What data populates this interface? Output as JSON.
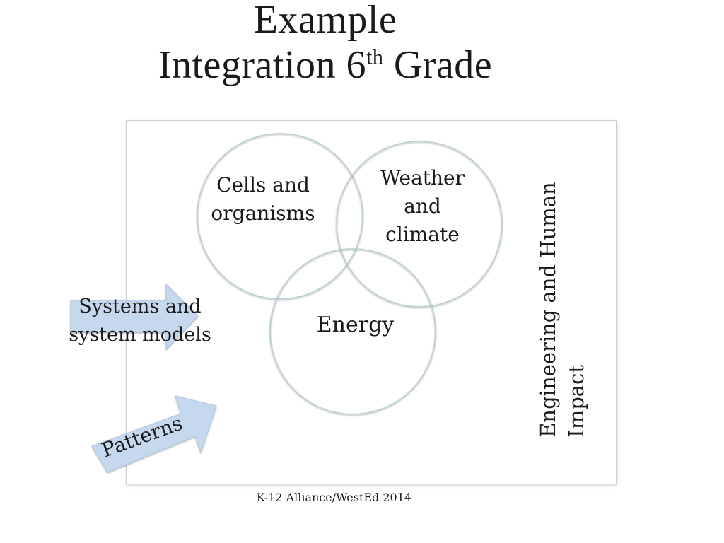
{
  "title": {
    "line1": "Example",
    "line2_main": "Integration 6",
    "line2_sup": "th",
    "line2_end": " Grade"
  },
  "circles": {
    "cells": [
      "Cells and",
      "organisms"
    ],
    "weather": [
      "Weather",
      "and",
      "climate"
    ],
    "energy": "Energy"
  },
  "arrows": {
    "systems": [
      "Systems and",
      "system models"
    ],
    "patterns": "Patterns"
  },
  "side_label": [
    "Engineering and Human",
    "Impact"
  ],
  "footer": "K-12 Alliance/WestEd 2014",
  "colors": {
    "arrow_fill": "#c5d8ee",
    "circle_stroke": "#b9cfd2",
    "frame_border": "#c6d2d6"
  }
}
